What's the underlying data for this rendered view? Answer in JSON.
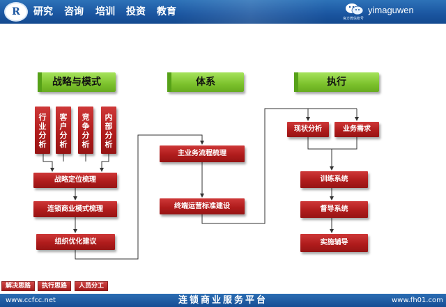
{
  "header": {
    "nav": [
      "研究",
      "咨询",
      "培训",
      "投资",
      "教育"
    ],
    "brand": "yimaguwen",
    "brand_sub": "官方微信帐号"
  },
  "columns": {
    "strategy": {
      "title": "战略与模式",
      "analyses": [
        "行业分析",
        "客户分析",
        "竞争分析",
        "内部分析"
      ],
      "steps": [
        "战略定位梳理",
        "连锁商业模式梳理",
        "组织优化建议"
      ]
    },
    "system": {
      "title": "体系",
      "steps": [
        "主业务流程梳理",
        "终端运营标准建设"
      ]
    },
    "execution": {
      "title": "执行",
      "inputs": [
        "现状分析",
        "业务需求"
      ],
      "steps": [
        "训练系统",
        "督导系统",
        "实施辅导"
      ]
    }
  },
  "footer": {
    "tags": [
      "解决思路",
      "执行思路",
      "人员分工"
    ],
    "left_url": "www.ccfcc.net",
    "center": "连锁商业服务平台",
    "right_url": "www.fh01.com"
  },
  "colors": {
    "header_blue": "#1a55a0",
    "box_red": "#b01c1c",
    "head_green": "#7cc22c"
  }
}
